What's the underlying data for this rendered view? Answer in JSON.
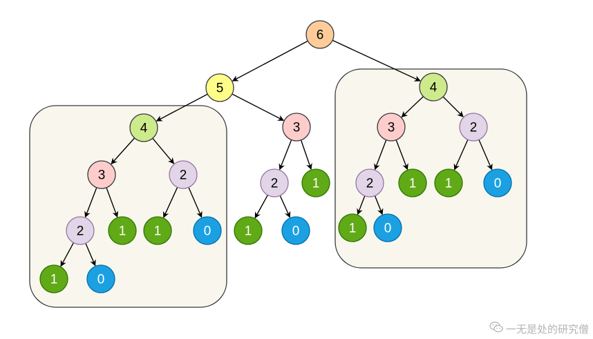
{
  "diagram": {
    "title": "Fibonacci recursion tree fib(6)",
    "styles": {
      "6": {
        "fill": "#ffcc99",
        "stroke": "#36393d",
        "text": "#000000"
      },
      "5": {
        "fill": "#ffff88",
        "stroke": "#36393d",
        "text": "#000000"
      },
      "4": {
        "fill": "#cdeb8b",
        "stroke": "#36393d",
        "text": "#000000"
      },
      "3": {
        "fill": "#ffcccc",
        "stroke": "#36393d",
        "text": "#000000"
      },
      "2": {
        "fill": "#e1d5e7",
        "stroke": "#9673a6",
        "text": "#000000"
      },
      "1": {
        "fill": "#60a917",
        "stroke": "#2d7600",
        "text": "#ffffff"
      },
      "0": {
        "fill": "#1ba1e2",
        "stroke": "#006eaf",
        "text": "#ffffff"
      }
    },
    "groups": [
      {
        "name": "left-duplicate-subtree",
        "fill": "#f9f7ed",
        "stroke": "#36393d"
      },
      {
        "name": "right-duplicate-subtree",
        "fill": "#f9f7ed",
        "stroke": "#36393d"
      }
    ],
    "nodes": [
      {
        "id": "n6",
        "label": "6"
      },
      {
        "id": "n5",
        "label": "5"
      },
      {
        "id": "n4r",
        "label": "4"
      },
      {
        "id": "n4l",
        "label": "4"
      },
      {
        "id": "n3m",
        "label": "3"
      },
      {
        "id": "n3l",
        "label": "3"
      },
      {
        "id": "n2l",
        "label": "2"
      },
      {
        "id": "n2ll",
        "label": "2"
      },
      {
        "id": "n1l_a",
        "label": "1"
      },
      {
        "id": "n1l_b",
        "label": "1"
      },
      {
        "id": "n0l_a",
        "label": "0"
      },
      {
        "id": "n1l_c",
        "label": "1"
      },
      {
        "id": "n0l_b",
        "label": "0"
      },
      {
        "id": "n2m",
        "label": "2"
      },
      {
        "id": "n1m_a",
        "label": "1"
      },
      {
        "id": "n1m_b",
        "label": "1"
      },
      {
        "id": "n0m",
        "label": "0"
      },
      {
        "id": "n3r",
        "label": "3"
      },
      {
        "id": "n2r",
        "label": "2"
      },
      {
        "id": "n2rr",
        "label": "2"
      },
      {
        "id": "n1r_a",
        "label": "1"
      },
      {
        "id": "n1r_b",
        "label": "1"
      },
      {
        "id": "n0r_a",
        "label": "0"
      },
      {
        "id": "n1r_c",
        "label": "1"
      },
      {
        "id": "n0r_b",
        "label": "0"
      }
    ],
    "edges": [
      [
        "n6",
        "n5"
      ],
      [
        "n6",
        "n4r"
      ],
      [
        "n5",
        "n4l"
      ],
      [
        "n5",
        "n3m"
      ],
      [
        "n4l",
        "n3l"
      ],
      [
        "n4l",
        "n2l"
      ],
      [
        "n3l",
        "n2ll"
      ],
      [
        "n3l",
        "n1l_a"
      ],
      [
        "n2l",
        "n1l_b"
      ],
      [
        "n2l",
        "n0l_a"
      ],
      [
        "n2ll",
        "n1l_c"
      ],
      [
        "n2ll",
        "n0l_b"
      ],
      [
        "n3m",
        "n2m"
      ],
      [
        "n3m",
        "n1m_a"
      ],
      [
        "n2m",
        "n1m_b"
      ],
      [
        "n2m",
        "n0m"
      ],
      [
        "n4r",
        "n3r"
      ],
      [
        "n4r",
        "n2r"
      ],
      [
        "n3r",
        "n2rr"
      ],
      [
        "n3r",
        "n1r_a"
      ],
      [
        "n2r",
        "n1r_b"
      ],
      [
        "n2r",
        "n0r_a"
      ],
      [
        "n2rr",
        "n1r_c"
      ],
      [
        "n2rr",
        "n0r_b"
      ]
    ]
  },
  "watermark": {
    "icon": "wechat-icon",
    "text": "一无是处的研究僧"
  }
}
